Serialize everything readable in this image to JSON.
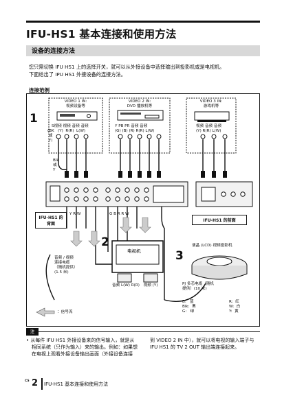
{
  "page": {
    "title": "IFU-HS1 基本连接和使用方法",
    "section_title": "设备的连接方法",
    "intro": [
      "您只需切换 IFU HS1 上的选择开关，就可以从外接设备中选择输出到投影机或是电视机。",
      "下面给出了 IPU HS1 外接设备的连接方法。"
    ],
    "example_label": "连接范例"
  },
  "diagram": {
    "step1": "1",
    "step2": "2",
    "step3": "3",
    "video1": {
      "title": "VIDEO 1 IN:",
      "device": "视频设备等",
      "connectors": "S视频 视频 音频 音频",
      "connectors_sub": "(BK   (Y)  R(R)  L(W)\n 或\n Y)"
    },
    "video2": {
      "title": "VIDEO 2 IN:",
      "device": "DVD 播放机等",
      "connectors": "Y   PB   PR  音频 音频",
      "connectors_sub": "(G)  (B)  (R)  R(R) L(W)"
    },
    "video3": {
      "title": "VIDEO 3 IN:",
      "device": "游戏机等",
      "connectors": "视频 音频 音频",
      "connectors_sub": "(Y)  R(R)  L(W)"
    },
    "blk_y": "Blk\n或\nY",
    "rear_panel": "IFU-HS1 的背面",
    "front_panel": "IFU-HS1 的前面",
    "rear_cables_1": "Y  R  W",
    "rear_cables_2": "G  B  R  R  W",
    "tv": "电视机",
    "tv_audio": "音频\nL(W) R(R)",
    "tv_video": "视频\n(Y)",
    "projector": "液晶 (LCD) 视频投影机",
    "av_cable": "音频 / 视频\n连接电缆\n（随机提供）\n(1.5 米)",
    "pj_cable": "PJ 多芯电缆（随机\n提供）(10 米)",
    "color_key_left": "B:   蓝\nBlk:  黑\nG:   绿",
    "color_key_right": "R:  红\nW:  白\nY:  黄",
    "signal_flow": "：信号流"
  },
  "note": {
    "tag": "注",
    "left": "• 从每件 IFU HS1 外接设备来的信号输入，就是从相同系统（只作为输入）来的输出。例如：如果想在电视上观看外接设备输出画面（外接设备连接",
    "right": "到 VIDEO 2 IN 中），就可以将电视的输入端子与 IFU HS1 的 TV 2 OUT 输出端连接起来。"
  },
  "footer": {
    "lang": "CS",
    "page_number": "2",
    "title": "IFU-HS1 基本连接和使用方法"
  }
}
